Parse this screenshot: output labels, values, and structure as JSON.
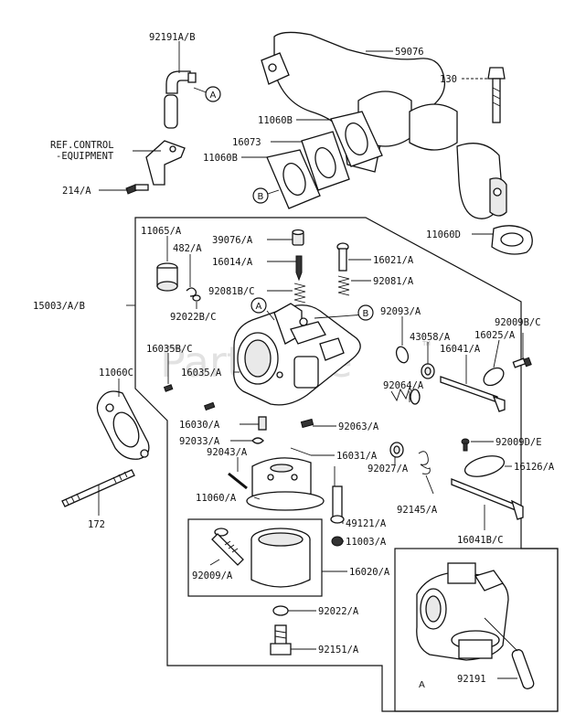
{
  "labels": {
    "p92191ab": "92191A/B",
    "p59076": "59076",
    "p130": "130",
    "p11060b_top": "11060B",
    "p16073": "16073",
    "p11060b": "11060B",
    "ref_line1": "REF.CONTROL",
    "ref_line2": "-EQUIPMENT",
    "p214a": "214/A",
    "p11060d": "11060D",
    "p11065a": "11065/A",
    "p482a": "482/A",
    "p39076a": "39076/A",
    "p16014a": "16014/A",
    "p16021a": "16021/A",
    "p92081a": "92081/A",
    "p15003ab": "15003/A/B",
    "p92081bc": "92081B/C",
    "p92022bc": "92022B/C",
    "p16035bc": "16035B/C",
    "p92093a": "92093/A",
    "p43058a": "43058/A",
    "p16025a": "16025/A",
    "p92009bc": "92009B/C",
    "p16041a": "16041/A",
    "p11060c": "11060C",
    "p16035a": "16035/A",
    "p92064a": "92064/A",
    "p16030a": "16030/A",
    "p92063a": "92063/A",
    "p92033a": "92033/A",
    "p92043a": "92043/A",
    "p16031a": "16031/A",
    "p92009de": "92009D/E",
    "p16126a": "16126/A",
    "p92027a": "92027/A",
    "p11060a": "11060/A",
    "p92145a": "92145/A",
    "p49121a": "49121/A",
    "p172": "172",
    "p11003a": "11003/A",
    "p16041bc": "16041B/C",
    "p16020a": "16020/A",
    "p92009a": "92009/A",
    "p92022a": "92022/A",
    "p92151a": "92151/A",
    "p92191": "92191"
  },
  "callouts": {
    "a": "A",
    "b": "B",
    "inset": "A"
  },
  "watermark": "PartsTree",
  "watermark_tm": "TM"
}
